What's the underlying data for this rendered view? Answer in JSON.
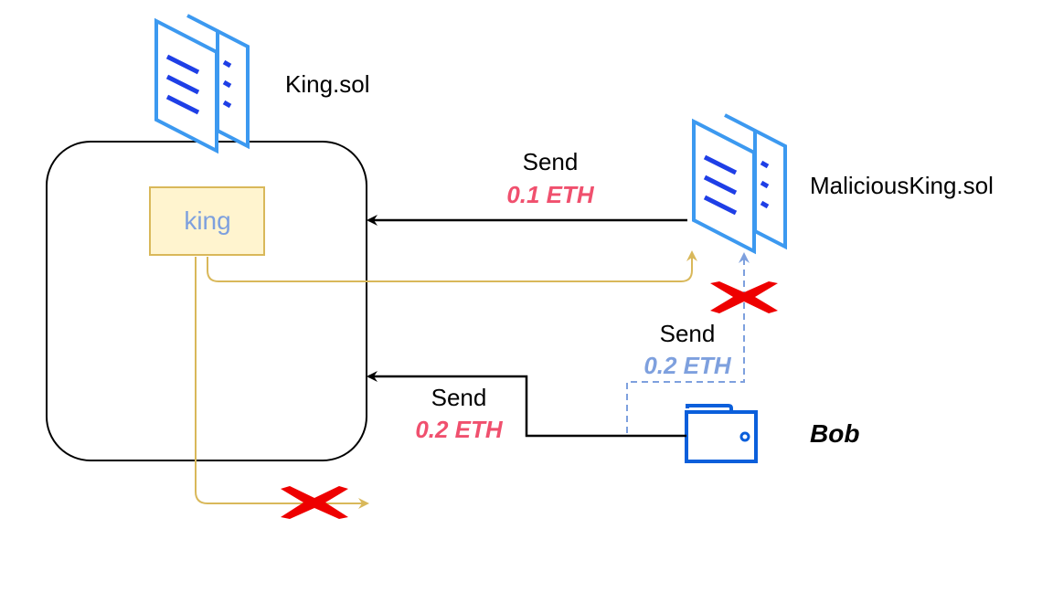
{
  "nodes": {
    "king_contract_label": "King.sol",
    "malicious_contract_label": "MaliciousKing.sol",
    "king_variable": "king",
    "bob_label": "Bob"
  },
  "edges": {
    "malicious_send": {
      "action": "Send",
      "amount": "0.1 ETH"
    },
    "bob_send": {
      "action": "Send",
      "amount": "0.2 ETH"
    },
    "bob_refund_attempt": {
      "action": "Send",
      "amount": "0.2 ETH"
    }
  },
  "colors": {
    "contract_icon": "#3c99f0",
    "contract_lines": "#1f3fe6",
    "wallet": "#0b5fdb",
    "eth_red": "#f0506e",
    "eth_blue": "#7ea0de",
    "king_box_fill": "#fff4cf",
    "king_box_stroke": "#d9b85a",
    "king_text": "#7ea0de",
    "yellow_arrow": "#d9b85a",
    "dashed_arrow": "#7ea0de",
    "cross": "#ee0000"
  }
}
